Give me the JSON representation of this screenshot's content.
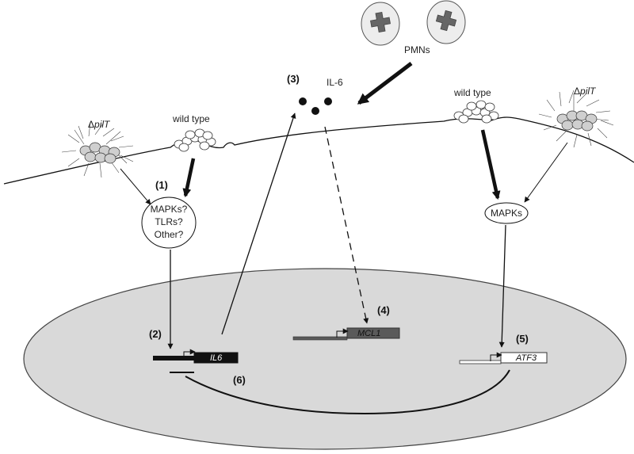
{
  "labels": {
    "pmns": "PMNs",
    "il6_cytokine": "IL-6",
    "wild_type_left": "wild type",
    "wild_type_right": "wild type",
    "pilT_left_delta": "Δ",
    "pilT_left_name": "pilT",
    "pilT_right_delta": "Δ",
    "pilT_right_name": "pilT",
    "left_receptor_line1": "MAPKs?",
    "left_receptor_line2": "TLRs?",
    "left_receptor_line3": "Other?",
    "right_receptor": "MAPKs"
  },
  "steps": {
    "s1": "(1)",
    "s2": "(2)",
    "s3": "(3)",
    "s4": "(4)",
    "s5": "(5)",
    "s6": "(6)"
  },
  "genes": {
    "il6": "IL6",
    "mcl1": "MCL1",
    "atf3": "ATF3"
  },
  "colors": {
    "nucleus_fill": "#d9d9d9",
    "il6_gene": "#111111",
    "mcl1_gene": "#5a5a5a",
    "atf3_gene": "#ffffff",
    "pmn_fill": "#ededed"
  }
}
